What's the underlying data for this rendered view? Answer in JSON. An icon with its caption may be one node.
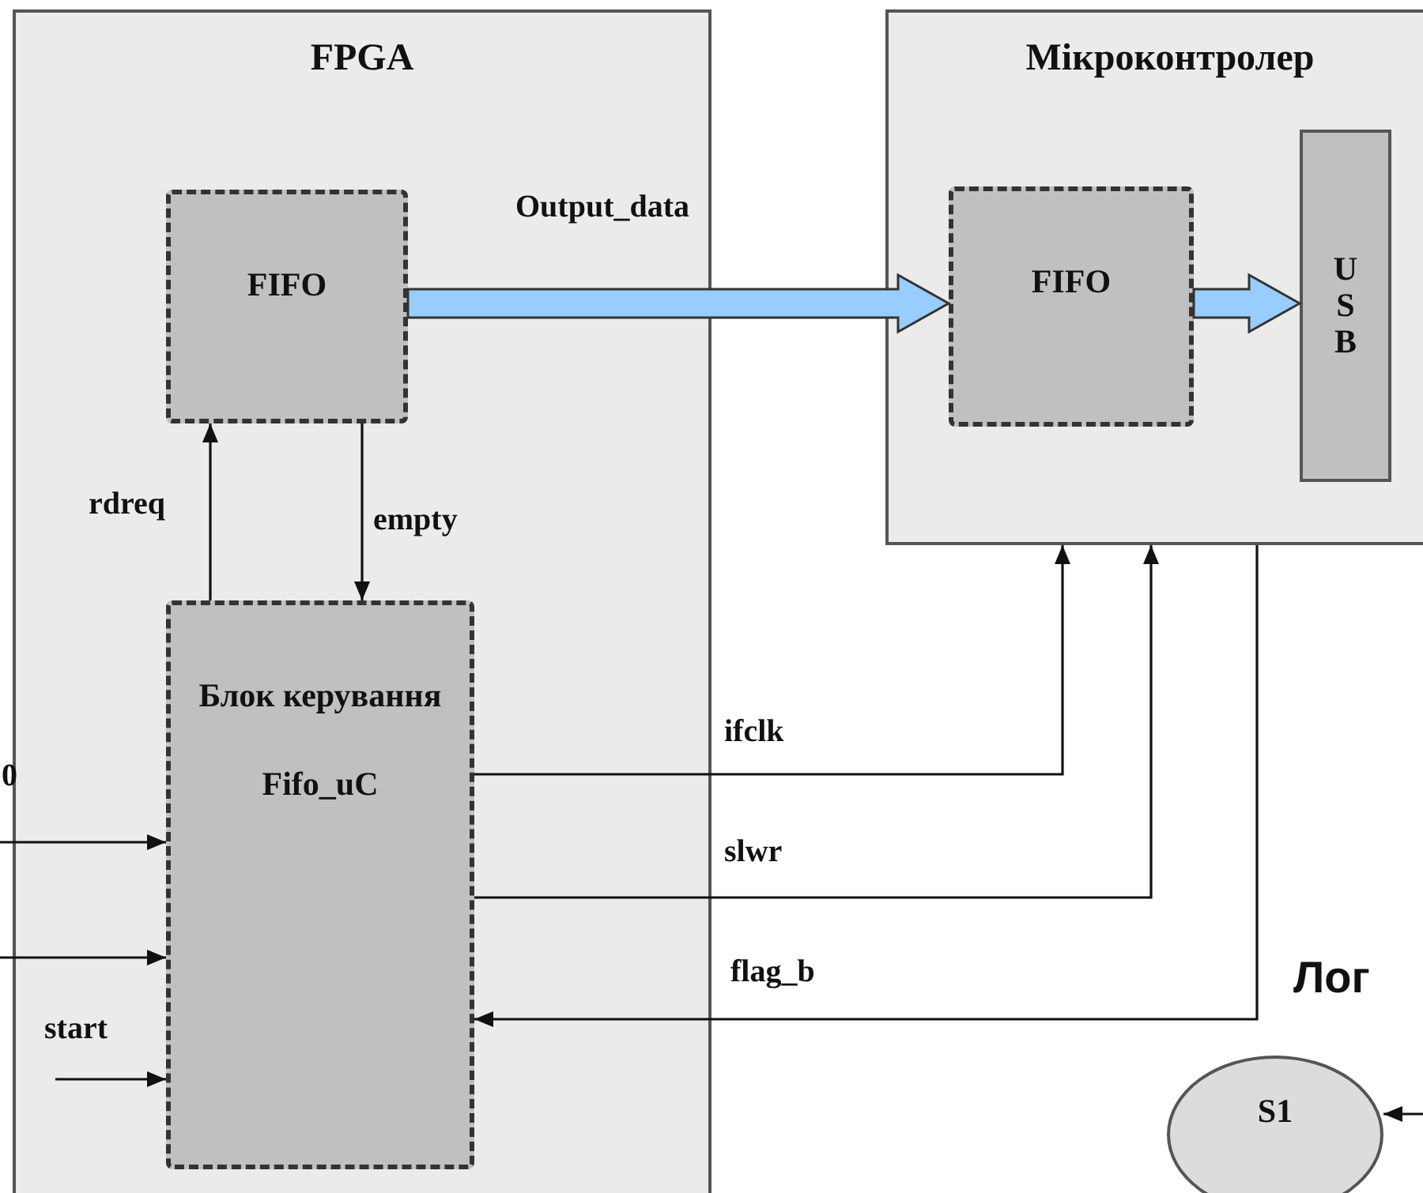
{
  "diagram": {
    "nodes": [
      {
        "text": [
          "FPGA"
        ]
      },
      {
        "text": [
          "FIFO"
        ],
        "in": 0
      },
      {
        "text": [
          "Блок керування",
          "Fifo_uC"
        ],
        "in": 0
      },
      {
        "text": [
          "Мікроконтролер"
        ]
      },
      {
        "text": [
          "FIFO"
        ],
        "in": 3
      },
      {
        "text": [
          "USB"
        ],
        "in": 3
      },
      {
        "text": [
          "S1"
        ]
      }
    ],
    "edges": [
      {
        "from": 1,
        "to": 4,
        "arrow": "to",
        "label": "Output_data",
        "style": "thick",
        "color": "#99ccff"
      },
      {
        "from": 4,
        "to": 5,
        "arrow": "to",
        "style": "thick",
        "color": "#99ccff"
      },
      {
        "from": 2,
        "to": 1,
        "arrow": "to",
        "label": "rdreq"
      },
      {
        "from": 1,
        "to": 2,
        "arrow": "to",
        "label": "empty"
      },
      {
        "from": 2,
        "to": 3,
        "arrow": "to",
        "label": "ifclk"
      },
      {
        "from": 2,
        "to": 3,
        "arrow": "to",
        "label": "slwr"
      },
      {
        "from": 3,
        "to": 2,
        "arrow": "to",
        "label": "flag_b"
      },
      {
        "from": null,
        "to": 2,
        "arrow": "to"
      },
      {
        "from": null,
        "to": 2,
        "arrow": "to"
      },
      {
        "from": null,
        "to": 2,
        "arrow": "to",
        "label": "start"
      },
      {
        "from": null,
        "to": 6,
        "arrow": "to"
      }
    ],
    "labels": [
      "0",
      "Лог"
    ]
  }
}
